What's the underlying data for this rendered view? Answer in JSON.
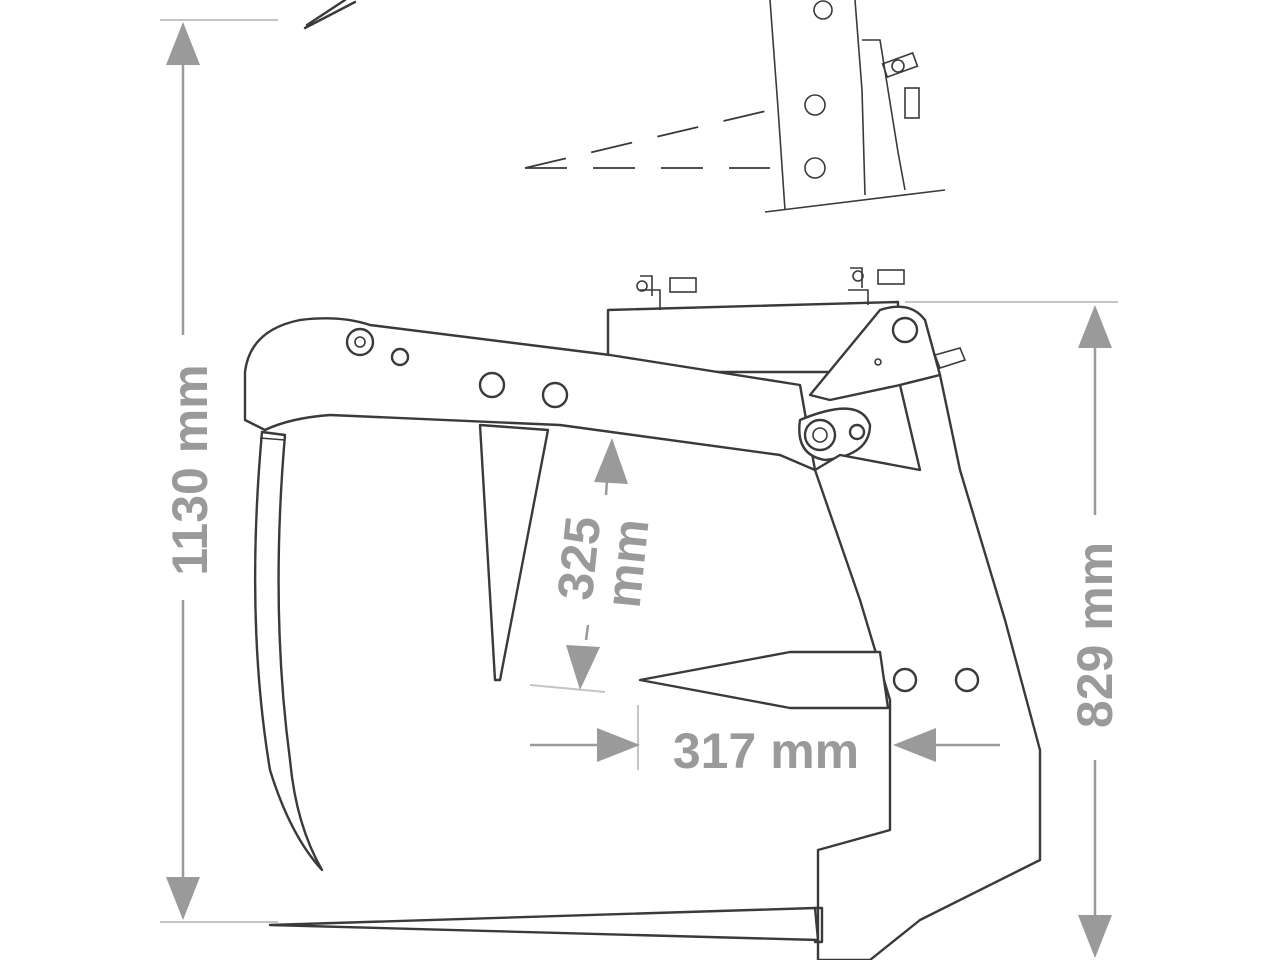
{
  "dimensions": {
    "total_height": "1130 mm",
    "frame_height": "829 mm",
    "tine_spacing": "317 mm",
    "top_tine_value": "325",
    "top_tine_unit": "mm"
  },
  "colors": {
    "outline": "#3a3a3a",
    "dimension": "#9a9a9a",
    "extension": "#c4c4c4",
    "background": "#ffffff"
  }
}
